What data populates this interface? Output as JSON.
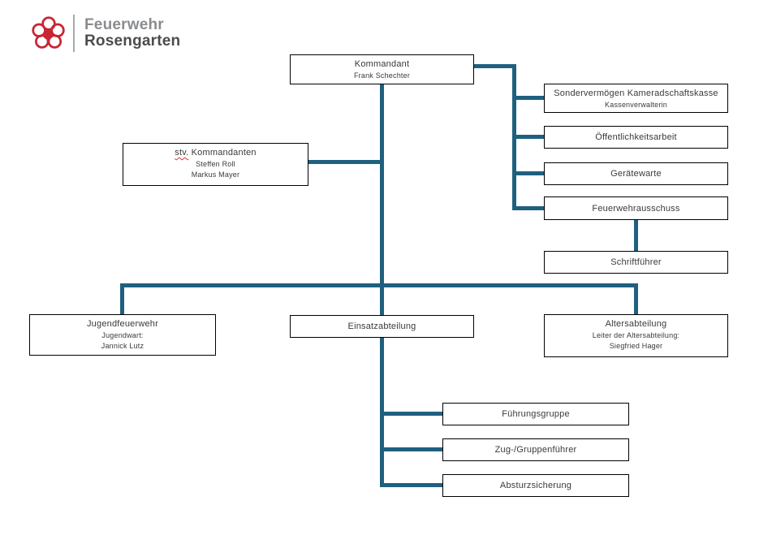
{
  "logo": {
    "line1": "Feuerwehr",
    "line2": "Rosengarten",
    "icon": "rose-circles-icon"
  },
  "colors": {
    "connector": "#1f607f",
    "border": "#000000",
    "text": "#3a3a3a",
    "logo_red": "#c92433",
    "logo_gray": "#8a8c8f",
    "logo_dark": "#4b4c4e",
    "divider": "#a7a9ac"
  },
  "nodes": {
    "kommandant": {
      "title": "Kommandant",
      "sub1": "Frank Schechter"
    },
    "sondervermoegen": {
      "title": "Sondervermögen Kameradschaftskasse",
      "sub1": "Kassenverwalterin"
    },
    "oeffentlichkeitsarbeit": {
      "title": "Öffentlichkeitsarbeit"
    },
    "geraetewarte": {
      "title": "Gerätewarte"
    },
    "feuerwehrausschuss": {
      "title": "Feuerwehrausschuss"
    },
    "schriftfuehrer": {
      "title": "Schriftführer"
    },
    "stv_kommandanten": {
      "title_prefix": "stv.",
      "title_rest": " Kommandanten",
      "sub1": "Steffen Roll",
      "sub2": "Markus Mayer"
    },
    "jugendfeuerwehr": {
      "title": "Jugendfeuerwehr",
      "sub1": "Jugendwart:",
      "sub2": "Jannick Lutz"
    },
    "einsatzabteilung": {
      "title": "Einsatzabteilung"
    },
    "altersabteilung": {
      "title": "Altersabteilung",
      "sub1": "Leiter der Altersabteilung:",
      "sub2": "Siegfried Hager"
    },
    "fuehrungsgruppe": {
      "title": "Führungsgruppe"
    },
    "zug_gruppenfuehrer": {
      "title": "Zug-/Gruppenführer"
    },
    "absturzsicherung": {
      "title": "Absturzsicherung"
    }
  }
}
